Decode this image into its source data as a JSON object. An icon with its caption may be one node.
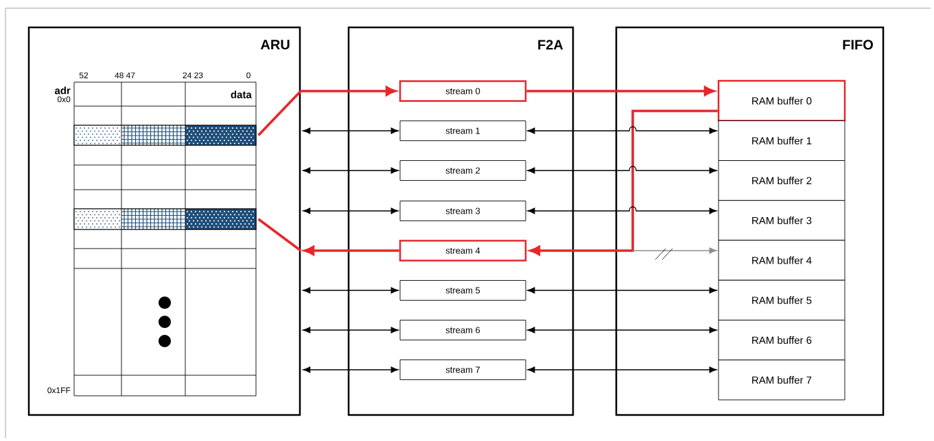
{
  "diagram": {
    "nodes": [
      {
        "text": [
          "ARU"
        ]
      },
      {
        "text": [],
        "shape": "bar",
        "in": 0
      },
      {
        "text": [],
        "shape": "bar",
        "in": 0
      },
      {
        "text": [
          "F2A"
        ]
      },
      {
        "text": [
          "stream 0"
        ],
        "in": 3
      },
      {
        "text": [
          "stream 1"
        ],
        "in": 3
      },
      {
        "text": [
          "stream 2"
        ],
        "in": 3
      },
      {
        "text": [
          "stream 3"
        ],
        "in": 3
      },
      {
        "text": [
          "stream 4"
        ],
        "in": 3
      },
      {
        "text": [
          "stream 5"
        ],
        "in": 3
      },
      {
        "text": [
          "stream 6"
        ],
        "in": 3
      },
      {
        "text": [
          "stream 7"
        ],
        "in": 3
      },
      {
        "text": [
          "FIFO"
        ]
      },
      {
        "text": [
          "RAM buffer 0"
        ],
        "in": 12
      },
      {
        "text": [
          "RAM buffer 1"
        ],
        "in": 12
      },
      {
        "text": [
          "RAM buffer 2"
        ],
        "in": 12
      },
      {
        "text": [
          "RAM buffer 3"
        ],
        "in": 12
      },
      {
        "text": [
          "RAM buffer 4"
        ],
        "in": 12
      },
      {
        "text": [
          "RAM buffer 5"
        ],
        "in": 12
      },
      {
        "text": [
          "RAM buffer 6"
        ],
        "in": 12
      },
      {
        "text": [
          "RAM buffer 7"
        ],
        "in": 12
      }
    ],
    "edges": [
      {
        "from": 1,
        "to": 0,
        "arrow": "none",
        "style": "thick",
        "color": "#e8262a"
      },
      {
        "from": 0,
        "to": 4,
        "arrow": "to",
        "style": "thick",
        "color": "#e8262a"
      },
      {
        "from": 4,
        "to": 13,
        "arrow": "to",
        "style": "thick",
        "color": "#e8262a"
      },
      {
        "from": 13,
        "to": 8,
        "arrow": "to",
        "style": "thick",
        "color": "#e8262a"
      },
      {
        "from": 8,
        "to": 0,
        "arrow": "to",
        "style": "thick",
        "color": "#e8262a"
      },
      {
        "from": 2,
        "to": 0,
        "arrow": "none",
        "style": "thick",
        "color": "#e8262a"
      },
      {
        "from": null,
        "to": 17,
        "arrow": "to",
        "color": "#8c8c8c"
      },
      {
        "from": 0,
        "to": 5,
        "arrow": "both"
      },
      {
        "from": 0,
        "to": 6,
        "arrow": "both"
      },
      {
        "from": 0,
        "to": 7,
        "arrow": "both"
      },
      {
        "from": 0,
        "to": 9,
        "arrow": "both"
      },
      {
        "from": 0,
        "to": 10,
        "arrow": "both"
      },
      {
        "from": 0,
        "to": 11,
        "arrow": "both"
      },
      {
        "from": 5,
        "to": 14,
        "arrow": "both"
      },
      {
        "from": 6,
        "to": 15,
        "arrow": "both"
      },
      {
        "from": 7,
        "to": 16,
        "arrow": "both"
      },
      {
        "from": 9,
        "to": 18,
        "arrow": "both"
      },
      {
        "from": 10,
        "to": 19,
        "arrow": "both"
      },
      {
        "from": 11,
        "to": 20,
        "arrow": "both"
      }
    ],
    "labels": [
      "52",
      "48 47",
      "24 23",
      "0",
      "adr",
      "0x0",
      "data",
      "0x1FF"
    ]
  }
}
